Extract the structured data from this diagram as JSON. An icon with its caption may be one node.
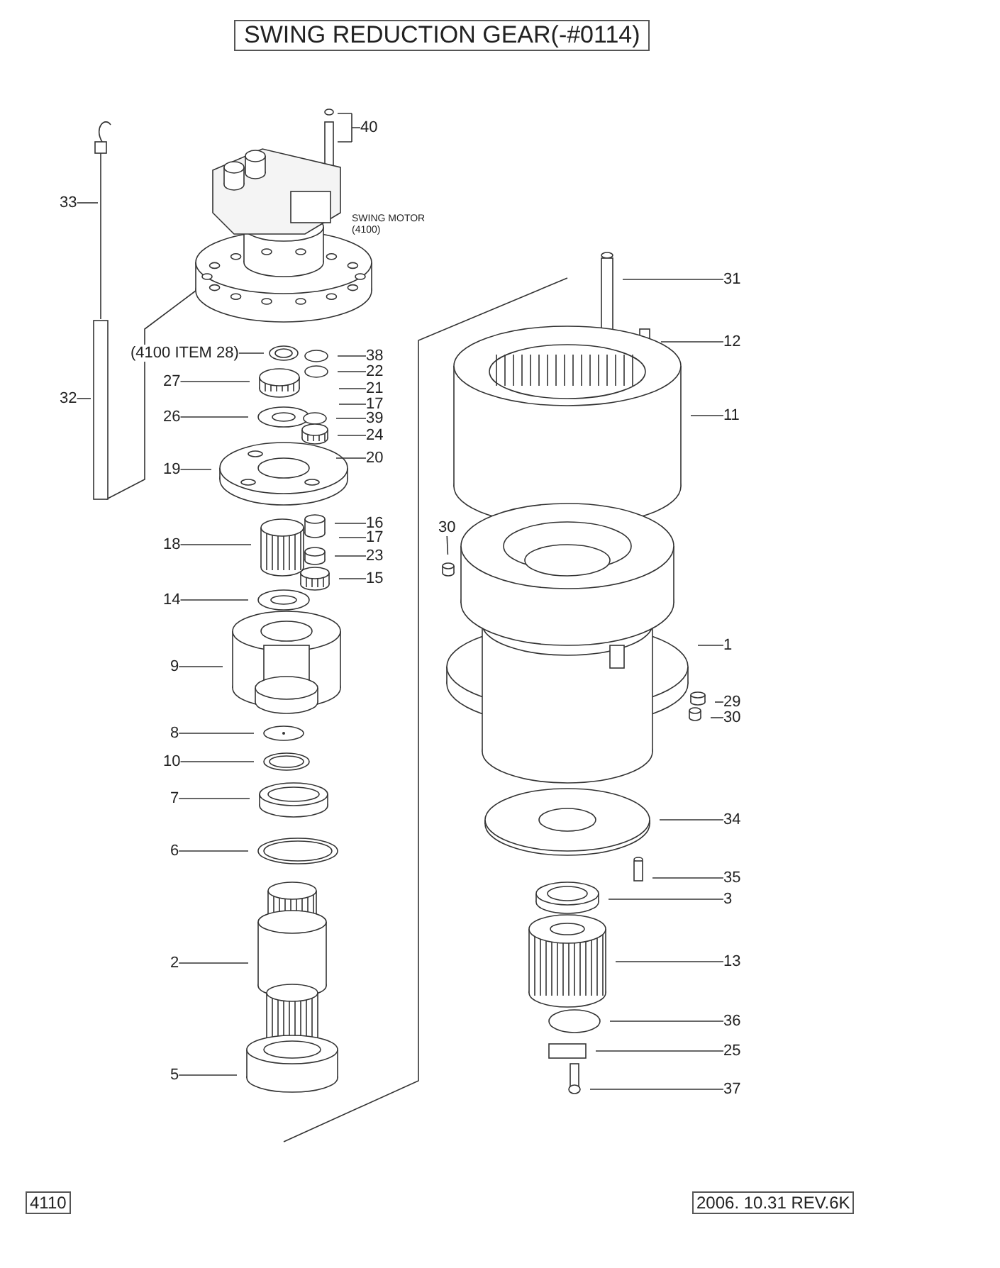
{
  "diagram": {
    "title": "SWING REDUCTION GEAR(-#0114)",
    "nodes": [
      {
        "text": [
          "33"
        ]
      },
      {
        "text": [
          "32"
        ]
      },
      {
        "text": [
          "40"
        ]
      },
      {
        "text": [
          "(4100 ITEM 28)"
        ]
      },
      {
        "text": [
          "38"
        ]
      },
      {
        "text": [
          "22"
        ]
      },
      {
        "text": [
          "27"
        ]
      },
      {
        "text": [
          "21"
        ]
      },
      {
        "text": [
          "17"
        ]
      },
      {
        "text": [
          "26"
        ]
      },
      {
        "text": [
          "39"
        ]
      },
      {
        "text": [
          "24"
        ]
      },
      {
        "text": [
          "20"
        ]
      },
      {
        "text": [
          "19"
        ]
      },
      {
        "text": [
          "16"
        ]
      },
      {
        "text": [
          "17"
        ]
      },
      {
        "text": [
          "18"
        ]
      },
      {
        "text": [
          "23"
        ]
      },
      {
        "text": [
          "15"
        ]
      },
      {
        "text": [
          "14"
        ]
      },
      {
        "text": [
          "9"
        ]
      },
      {
        "text": [
          "8"
        ]
      },
      {
        "text": [
          "10"
        ]
      },
      {
        "text": [
          "7"
        ]
      },
      {
        "text": [
          "6"
        ]
      },
      {
        "text": [
          "2"
        ]
      },
      {
        "text": [
          "5"
        ]
      },
      {
        "text": [
          "31"
        ]
      },
      {
        "text": [
          "12"
        ]
      },
      {
        "text": [
          "30"
        ]
      },
      {
        "text": [
          "11"
        ]
      },
      {
        "text": [
          "1"
        ]
      },
      {
        "text": [
          "29"
        ]
      },
      {
        "text": [
          "30"
        ]
      },
      {
        "text": [
          "34"
        ]
      },
      {
        "text": [
          "35"
        ]
      },
      {
        "text": [
          "3"
        ]
      },
      {
        "text": [
          "13"
        ]
      },
      {
        "text": [
          "36"
        ]
      },
      {
        "text": [
          "25"
        ]
      },
      {
        "text": [
          "37"
        ]
      }
    ],
    "edges": [
      {
        "from": 0,
        "to": null,
        "arrow": "none"
      },
      {
        "from": 1,
        "to": null,
        "arrow": "none"
      },
      {
        "from": 2,
        "to": null,
        "arrow": "other"
      },
      {
        "from": 3,
        "to": null,
        "arrow": "none"
      },
      {
        "from": 4,
        "to": null,
        "arrow": "none"
      },
      {
        "from": 5,
        "to": null,
        "arrow": "none"
      },
      {
        "from": 6,
        "to": null,
        "arrow": "none"
      },
      {
        "from": 7,
        "to": null,
        "arrow": "none"
      },
      {
        "from": 8,
        "to": null,
        "arrow": "none"
      },
      {
        "from": 9,
        "to": null,
        "arrow": "none"
      },
      {
        "from": 10,
        "to": null,
        "arrow": "none"
      },
      {
        "from": 11,
        "to": null,
        "arrow": "none"
      },
      {
        "from": 12,
        "to": null,
        "arrow": "none"
      },
      {
        "from": 13,
        "to": null,
        "arrow": "none"
      },
      {
        "from": 14,
        "to": null,
        "arrow": "none"
      },
      {
        "from": 15,
        "to": null,
        "arrow": "none"
      },
      {
        "from": 16,
        "to": null,
        "arrow": "none"
      },
      {
        "from": 17,
        "to": null,
        "arrow": "none"
      },
      {
        "from": 18,
        "to": null,
        "arrow": "none"
      },
      {
        "from": 19,
        "to": null,
        "arrow": "none"
      },
      {
        "from": 20,
        "to": null,
        "arrow": "none"
      },
      {
        "from": 21,
        "to": null,
        "arrow": "none"
      },
      {
        "from": 22,
        "to": null,
        "arrow": "none"
      },
      {
        "from": 23,
        "to": null,
        "arrow": "none"
      },
      {
        "from": 24,
        "to": null,
        "arrow": "none"
      },
      {
        "from": 25,
        "to": null,
        "arrow": "none"
      },
      {
        "from": 26,
        "to": null,
        "arrow": "none"
      },
      {
        "from": 27,
        "to": null,
        "arrow": "none"
      },
      {
        "from": 28,
        "to": null,
        "arrow": "none"
      },
      {
        "from": 29,
        "to": null,
        "arrow": "none"
      },
      {
        "from": 30,
        "to": null,
        "arrow": "none"
      },
      {
        "from": 31,
        "to": null,
        "arrow": "none"
      },
      {
        "from": 32,
        "to": null,
        "arrow": "none"
      },
      {
        "from": 33,
        "to": null,
        "arrow": "none"
      },
      {
        "from": 34,
        "to": null,
        "arrow": "none"
      },
      {
        "from": 35,
        "to": null,
        "arrow": "none"
      },
      {
        "from": 36,
        "to": null,
        "arrow": "none"
      },
      {
        "from": 37,
        "to": null,
        "arrow": "none"
      },
      {
        "from": 38,
        "to": null,
        "arrow": "none"
      },
      {
        "from": 39,
        "to": null,
        "arrow": "none"
      },
      {
        "from": 40,
        "to": null,
        "arrow": "none"
      }
    ],
    "labels": [
      "SWING MOTOR (4100)",
      "4110",
      "2006. 10.31 REV.6K"
    ]
  }
}
